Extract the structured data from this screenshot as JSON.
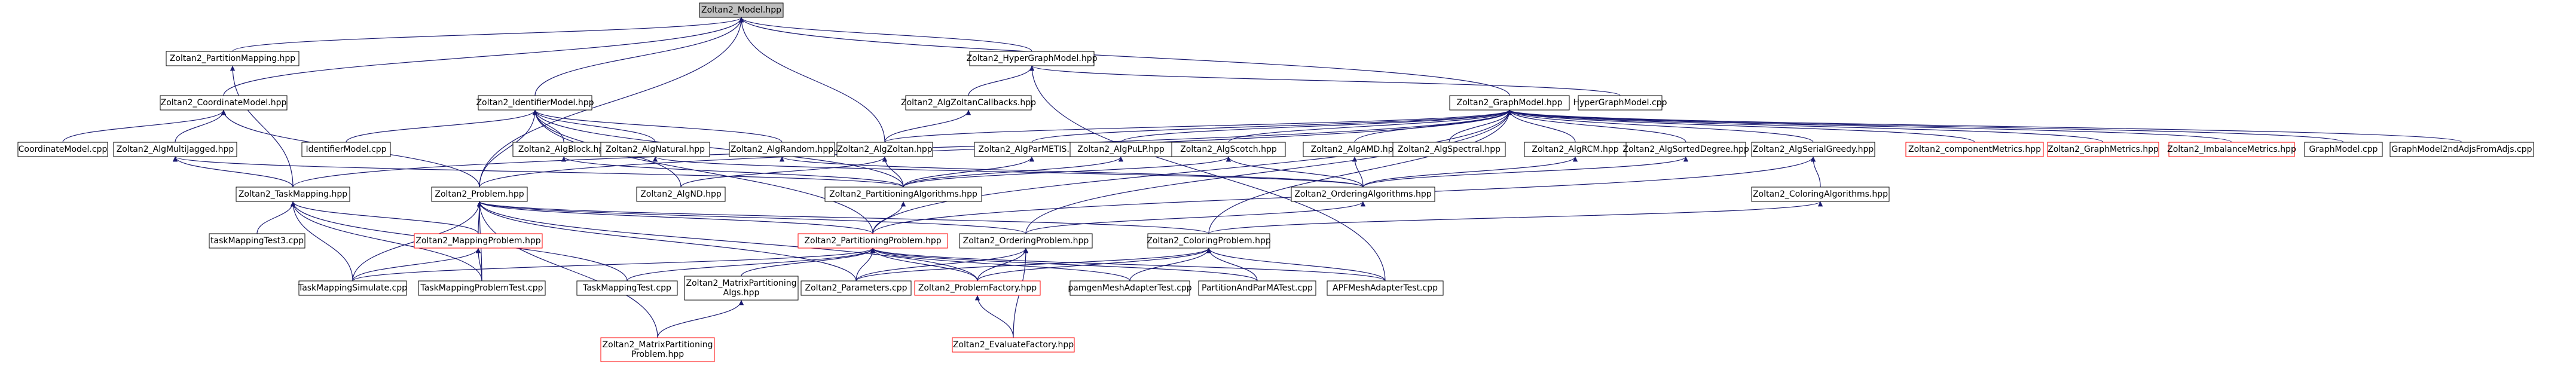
{
  "colors": {
    "edge": "#191970",
    "box_border_default": "#000000",
    "box_border_unlinked": "#ff0000",
    "box_fill": "#ffffff",
    "root_fill": "#bfbfbf",
    "text": "#000000"
  },
  "nodes": [
    {
      "id": "model",
      "lines": [
        "Zoltan2_Model.hpp"
      ],
      "style": "root"
    },
    {
      "id": "partmap",
      "lines": [
        "Zoltan2_PartitionMapping.hpp"
      ],
      "style": "normal"
    },
    {
      "id": "hypergraph",
      "lines": [
        "Zoltan2_HyperGraphModel.hpp"
      ],
      "style": "normal"
    },
    {
      "id": "coordmodel",
      "lines": [
        "Zoltan2_CoordinateModel.hpp"
      ],
      "style": "normal"
    },
    {
      "id": "idmodel",
      "lines": [
        "Zoltan2_IdentifierModel.hpp"
      ],
      "style": "normal"
    },
    {
      "id": "zcallbacks",
      "lines": [
        "Zoltan2_AlgZoltanCallbacks.hpp"
      ],
      "style": "normal"
    },
    {
      "id": "graphmodel",
      "lines": [
        "Zoltan2_GraphModel.hpp"
      ],
      "style": "normal"
    },
    {
      "id": "hgcpp",
      "lines": [
        "HyperGraphModel.cpp"
      ],
      "style": "normal"
    },
    {
      "id": "coordcpp",
      "lines": [
        "CoordinateModel.cpp"
      ],
      "style": "normal"
    },
    {
      "id": "multijag",
      "lines": [
        "Zoltan2_AlgMultiJagged.hpp"
      ],
      "style": "normal"
    },
    {
      "id": "idcpp",
      "lines": [
        "IdentifierModel.cpp"
      ],
      "style": "normal"
    },
    {
      "id": "algblock",
      "lines": [
        "Zoltan2_AlgBlock.hpp"
      ],
      "style": "normal"
    },
    {
      "id": "algnatural",
      "lines": [
        "Zoltan2_AlgNatural.hpp"
      ],
      "style": "normal"
    },
    {
      "id": "algrandom",
      "lines": [
        "Zoltan2_AlgRandom.hpp"
      ],
      "style": "normal"
    },
    {
      "id": "algzoltan",
      "lines": [
        "Zoltan2_AlgZoltan.hpp"
      ],
      "style": "normal"
    },
    {
      "id": "algparmetis",
      "lines": [
        "Zoltan2_AlgParMETIS.hpp"
      ],
      "style": "normal"
    },
    {
      "id": "algpulp",
      "lines": [
        "Zoltan2_AlgPuLP.hpp"
      ],
      "style": "normal"
    },
    {
      "id": "algscotch",
      "lines": [
        "Zoltan2_AlgScotch.hpp"
      ],
      "style": "normal"
    },
    {
      "id": "algamd",
      "lines": [
        "Zoltan2_AlgAMD.hpp"
      ],
      "style": "normal"
    },
    {
      "id": "algspectral",
      "lines": [
        "Zoltan2_AlgSpectral.hpp"
      ],
      "style": "normal"
    },
    {
      "id": "algrcm",
      "lines": [
        "Zoltan2_AlgRCM.hpp"
      ],
      "style": "normal"
    },
    {
      "id": "algsorteddeg",
      "lines": [
        "Zoltan2_AlgSortedDegree.hpp"
      ],
      "style": "normal"
    },
    {
      "id": "alggreedy",
      "lines": [
        "Zoltan2_AlgSerialGreedy.hpp"
      ],
      "style": "normal"
    },
    {
      "id": "compmetrics",
      "lines": [
        "Zoltan2_componentMetrics.hpp"
      ],
      "style": "unlinked"
    },
    {
      "id": "graphmetrics",
      "lines": [
        "Zoltan2_GraphMetrics.hpp"
      ],
      "style": "unlinked"
    },
    {
      "id": "imbmetrics",
      "lines": [
        "Zoltan2_ImbalanceMetrics.hpp"
      ],
      "style": "unlinked"
    },
    {
      "id": "gmcpp",
      "lines": [
        "GraphModel.cpp"
      ],
      "style": "normal"
    },
    {
      "id": "gm2ndcpp",
      "lines": [
        "GraphModel2ndAdjsFromAdjs.cpp"
      ],
      "style": "normal"
    },
    {
      "id": "taskmapping",
      "lines": [
        "Zoltan2_TaskMapping.hpp"
      ],
      "style": "normal"
    },
    {
      "id": "problem",
      "lines": [
        "Zoltan2_Problem.hpp"
      ],
      "style": "normal"
    },
    {
      "id": "algnd",
      "lines": [
        "Zoltan2_AlgND.hpp"
      ],
      "style": "normal"
    },
    {
      "id": "partalgs",
      "lines": [
        "Zoltan2_PartitioningAlgorithms.hpp"
      ],
      "style": "normal"
    },
    {
      "id": "orderalgs",
      "lines": [
        "Zoltan2_OrderingAlgorithms.hpp"
      ],
      "style": "normal"
    },
    {
      "id": "coloralgs",
      "lines": [
        "Zoltan2_ColoringAlgorithms.hpp"
      ],
      "style": "normal"
    },
    {
      "id": "tmtest3",
      "lines": [
        "taskMappingTest3.cpp"
      ],
      "style": "normal"
    },
    {
      "id": "mapproblem",
      "lines": [
        "Zoltan2_MappingProblem.hpp"
      ],
      "style": "unlinked"
    },
    {
      "id": "partproblem",
      "lines": [
        "Zoltan2_PartitioningProblem.hpp"
      ],
      "style": "unlinked"
    },
    {
      "id": "orderproblem",
      "lines": [
        "Zoltan2_OrderingProblem.hpp"
      ],
      "style": "normal"
    },
    {
      "id": "colorproblem",
      "lines": [
        "Zoltan2_ColoringProblem.hpp"
      ],
      "style": "normal"
    },
    {
      "id": "tmsimulate",
      "lines": [
        "TaskMappingSimulate.cpp"
      ],
      "style": "normal"
    },
    {
      "id": "tmproblemtest",
      "lines": [
        "TaskMappingProblemTest.cpp"
      ],
      "style": "normal"
    },
    {
      "id": "tmtest",
      "lines": [
        "TaskMappingTest.cpp"
      ],
      "style": "normal"
    },
    {
      "id": "matrixalgs",
      "lines": [
        "Zoltan2_MatrixPartitioning",
        "Algs.hpp"
      ],
      "style": "normal"
    },
    {
      "id": "parameters",
      "lines": [
        "Zoltan2_Parameters.cpp"
      ],
      "style": "normal"
    },
    {
      "id": "problemfactory",
      "lines": [
        "Zoltan2_ProblemFactory.hpp"
      ],
      "style": "unlinked"
    },
    {
      "id": "pamgen",
      "lines": [
        "pamgenMeshAdapterTest.cpp"
      ],
      "style": "normal"
    },
    {
      "id": "parmatest",
      "lines": [
        "PartitionAndParMATest.cpp"
      ],
      "style": "normal"
    },
    {
      "id": "apftest",
      "lines": [
        "APFMeshAdapterTest.cpp"
      ],
      "style": "normal"
    },
    {
      "id": "matrixproblem",
      "lines": [
        "Zoltan2_MatrixPartitioning",
        "Problem.hpp"
      ],
      "style": "unlinked"
    },
    {
      "id": "evalfactory",
      "lines": [
        "Zoltan2_EvaluateFactory.hpp"
      ],
      "style": "unlinked"
    }
  ],
  "edges": [
    [
      "model",
      "partmap"
    ],
    [
      "model",
      "hypergraph"
    ],
    [
      "model",
      "coordmodel"
    ],
    [
      "model",
      "idmodel"
    ],
    [
      "model",
      "algzoltan"
    ],
    [
      "model",
      "graphmodel"
    ],
    [
      "model",
      "problem"
    ],
    [
      "hypergraph",
      "zcallbacks"
    ],
    [
      "hypergraph",
      "hgcpp"
    ],
    [
      "hypergraph",
      "apftest"
    ],
    [
      "zcallbacks",
      "algzoltan"
    ],
    [
      "partmap",
      "taskmapping"
    ],
    [
      "coordmodel",
      "coordcpp"
    ],
    [
      "coordmodel",
      "multijag"
    ],
    [
      "coordmodel",
      "problem"
    ],
    [
      "idmodel",
      "idcpp"
    ],
    [
      "idmodel",
      "algblock"
    ],
    [
      "idmodel",
      "algnatural"
    ],
    [
      "idmodel",
      "algrandom"
    ],
    [
      "idmodel",
      "problem"
    ],
    [
      "idmodel",
      "algnd"
    ],
    [
      "idmodel",
      "partalgs"
    ],
    [
      "idmodel",
      "partproblem"
    ],
    [
      "multijag",
      "taskmapping"
    ],
    [
      "multijag",
      "partalgs"
    ],
    [
      "graphmodel",
      "algzoltan"
    ],
    [
      "graphmodel",
      "algparmetis"
    ],
    [
      "graphmodel",
      "algpulp"
    ],
    [
      "graphmodel",
      "algscotch"
    ],
    [
      "graphmodel",
      "algamd"
    ],
    [
      "graphmodel",
      "algspectral"
    ],
    [
      "graphmodel",
      "algrcm"
    ],
    [
      "graphmodel",
      "algsorteddeg"
    ],
    [
      "graphmodel",
      "alggreedy"
    ],
    [
      "graphmodel",
      "compmetrics"
    ],
    [
      "graphmodel",
      "graphmetrics"
    ],
    [
      "graphmodel",
      "imbmetrics"
    ],
    [
      "graphmodel",
      "gmcpp"
    ],
    [
      "graphmodel",
      "gm2ndcpp"
    ],
    [
      "graphmodel",
      "taskmapping"
    ],
    [
      "graphmodel",
      "problem"
    ],
    [
      "graphmodel",
      "orderproblem"
    ],
    [
      "graphmodel",
      "partproblem"
    ],
    [
      "graphmodel",
      "colorproblem"
    ],
    [
      "algblock",
      "partalgs"
    ],
    [
      "algnatural",
      "orderalgs"
    ],
    [
      "algrandom",
      "orderalgs"
    ],
    [
      "algzoltan",
      "partalgs"
    ],
    [
      "algzoltan",
      "algnd"
    ],
    [
      "algparmetis",
      "partalgs"
    ],
    [
      "algpulp",
      "partalgs"
    ],
    [
      "algscotch",
      "partalgs"
    ],
    [
      "algscotch",
      "orderalgs"
    ],
    [
      "algamd",
      "orderalgs"
    ],
    [
      "algrcm",
      "orderalgs"
    ],
    [
      "algsorteddeg",
      "orderalgs"
    ],
    [
      "alggreedy",
      "coloralgs"
    ],
    [
      "alggreedy",
      "partproblem"
    ],
    [
      "partalgs",
      "partproblem"
    ],
    [
      "orderalgs",
      "orderproblem"
    ],
    [
      "coloralgs",
      "colorproblem"
    ],
    [
      "taskmapping",
      "tmtest3"
    ],
    [
      "taskmapping",
      "mapproblem"
    ],
    [
      "taskmapping",
      "tmsimulate"
    ],
    [
      "taskmapping",
      "tmproblemtest"
    ],
    [
      "taskmapping",
      "tmtest"
    ],
    [
      "problem",
      "mapproblem"
    ],
    [
      "problem",
      "partproblem"
    ],
    [
      "problem",
      "orderproblem"
    ],
    [
      "problem",
      "colorproblem"
    ],
    [
      "problem",
      "tmproblemtest"
    ],
    [
      "problem",
      "tmsimulate"
    ],
    [
      "problem",
      "matrixproblem"
    ],
    [
      "problem",
      "parameters"
    ],
    [
      "problem",
      "problemfactory"
    ],
    [
      "mapproblem",
      "tmsimulate"
    ],
    [
      "mapproblem",
      "tmproblemtest"
    ],
    [
      "partproblem",
      "tmsimulate"
    ],
    [
      "partproblem",
      "tmtest"
    ],
    [
      "partproblem",
      "matrixalgs"
    ],
    [
      "partproblem",
      "parameters"
    ],
    [
      "partproblem",
      "problemfactory"
    ],
    [
      "partproblem",
      "pamgen"
    ],
    [
      "partproblem",
      "parmatest"
    ],
    [
      "partproblem",
      "apftest"
    ],
    [
      "orderproblem",
      "parameters"
    ],
    [
      "orderproblem",
      "problemfactory"
    ],
    [
      "orderproblem",
      "evalfactory"
    ],
    [
      "colorproblem",
      "parameters"
    ],
    [
      "colorproblem",
      "problemfactory"
    ],
    [
      "colorproblem",
      "pamgen"
    ],
    [
      "colorproblem",
      "parmatest"
    ],
    [
      "colorproblem",
      "apftest"
    ],
    [
      "problemfactory",
      "evalfactory"
    ],
    [
      "matrixalgs",
      "matrixproblem"
    ]
  ]
}
